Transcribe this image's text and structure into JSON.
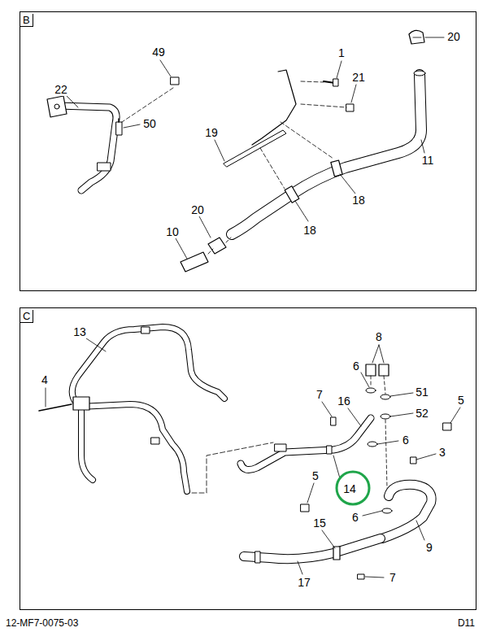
{
  "diagram": {
    "nodes": [
      {
        "text": [
          "B"
        ]
      },
      {
        "text": [
          "C"
        ]
      }
    ],
    "labels": [
      "49",
      "1",
      "20",
      "22",
      "21",
      "50",
      "19",
      "11",
      "20",
      "18",
      "10",
      "18",
      "13",
      "8",
      "6",
      "4",
      "51",
      "7",
      "16",
      "5",
      "52",
      "6",
      "3",
      "5",
      "14",
      "6",
      "15",
      "9",
      "17",
      "7",
      "12-MF7-0075-03",
      "D11"
    ]
  }
}
